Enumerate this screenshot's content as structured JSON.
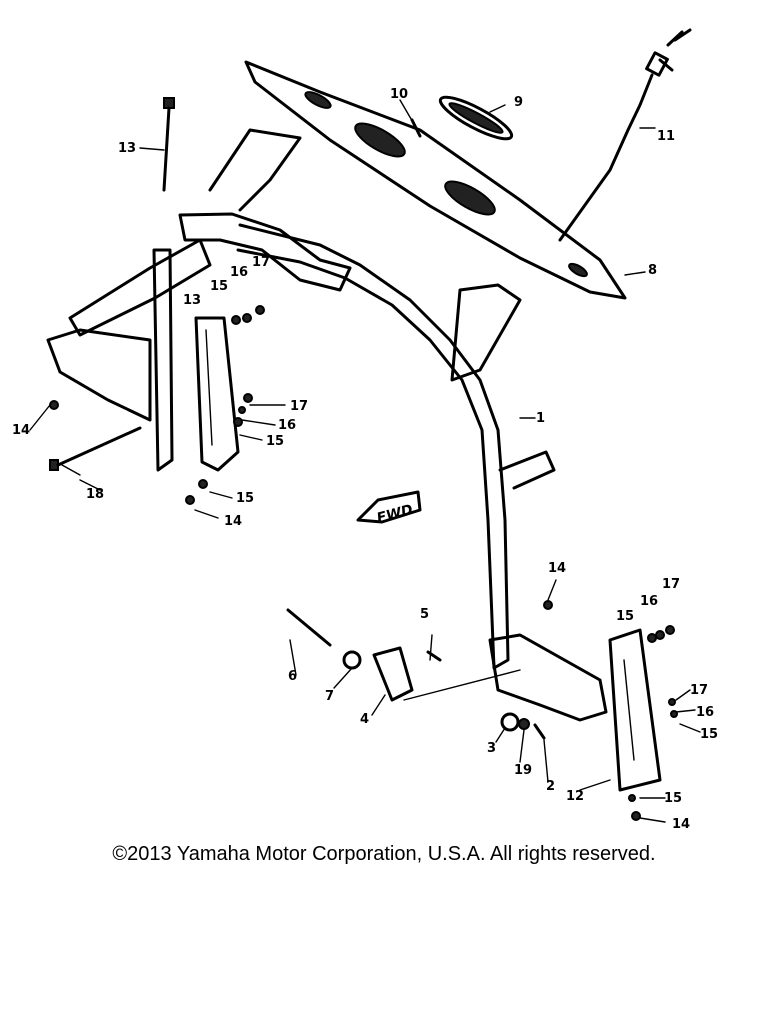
{
  "diagram": {
    "fwd_marker": "FWD",
    "callouts": [
      {
        "id": "c1",
        "label": "1"
      },
      {
        "id": "c2",
        "label": "2"
      },
      {
        "id": "c3",
        "label": "3"
      },
      {
        "id": "c4",
        "label": "4"
      },
      {
        "id": "c5",
        "label": "5"
      },
      {
        "id": "c6",
        "label": "6"
      },
      {
        "id": "c7",
        "label": "7"
      },
      {
        "id": "c8",
        "label": "8"
      },
      {
        "id": "c9",
        "label": "9"
      },
      {
        "id": "c10",
        "label": "10"
      },
      {
        "id": "c11",
        "label": "11"
      },
      {
        "id": "c12",
        "label": "12"
      },
      {
        "id": "c13a",
        "label": "13"
      },
      {
        "id": "c13b",
        "label": "13"
      },
      {
        "id": "c14a",
        "label": "14"
      },
      {
        "id": "c14b",
        "label": "14"
      },
      {
        "id": "c14c",
        "label": "14"
      },
      {
        "id": "c14d",
        "label": "14"
      },
      {
        "id": "c15a",
        "label": "15"
      },
      {
        "id": "c15b",
        "label": "15"
      },
      {
        "id": "c15c",
        "label": "15"
      },
      {
        "id": "c15d",
        "label": "15"
      },
      {
        "id": "c15e",
        "label": "15"
      },
      {
        "id": "c15f",
        "label": "15"
      },
      {
        "id": "c16a",
        "label": "16"
      },
      {
        "id": "c16b",
        "label": "16"
      },
      {
        "id": "c16c",
        "label": "16"
      },
      {
        "id": "c16d",
        "label": "16"
      },
      {
        "id": "c17a",
        "label": "17"
      },
      {
        "id": "c17b",
        "label": "17"
      },
      {
        "id": "c17c",
        "label": "17"
      },
      {
        "id": "c17d",
        "label": "17"
      },
      {
        "id": "c18",
        "label": "18"
      },
      {
        "id": "c19",
        "label": "19"
      }
    ]
  },
  "footer": {
    "copyright": "©2013 Yamaha Motor Corporation, U.S.A. All rights reserved."
  }
}
